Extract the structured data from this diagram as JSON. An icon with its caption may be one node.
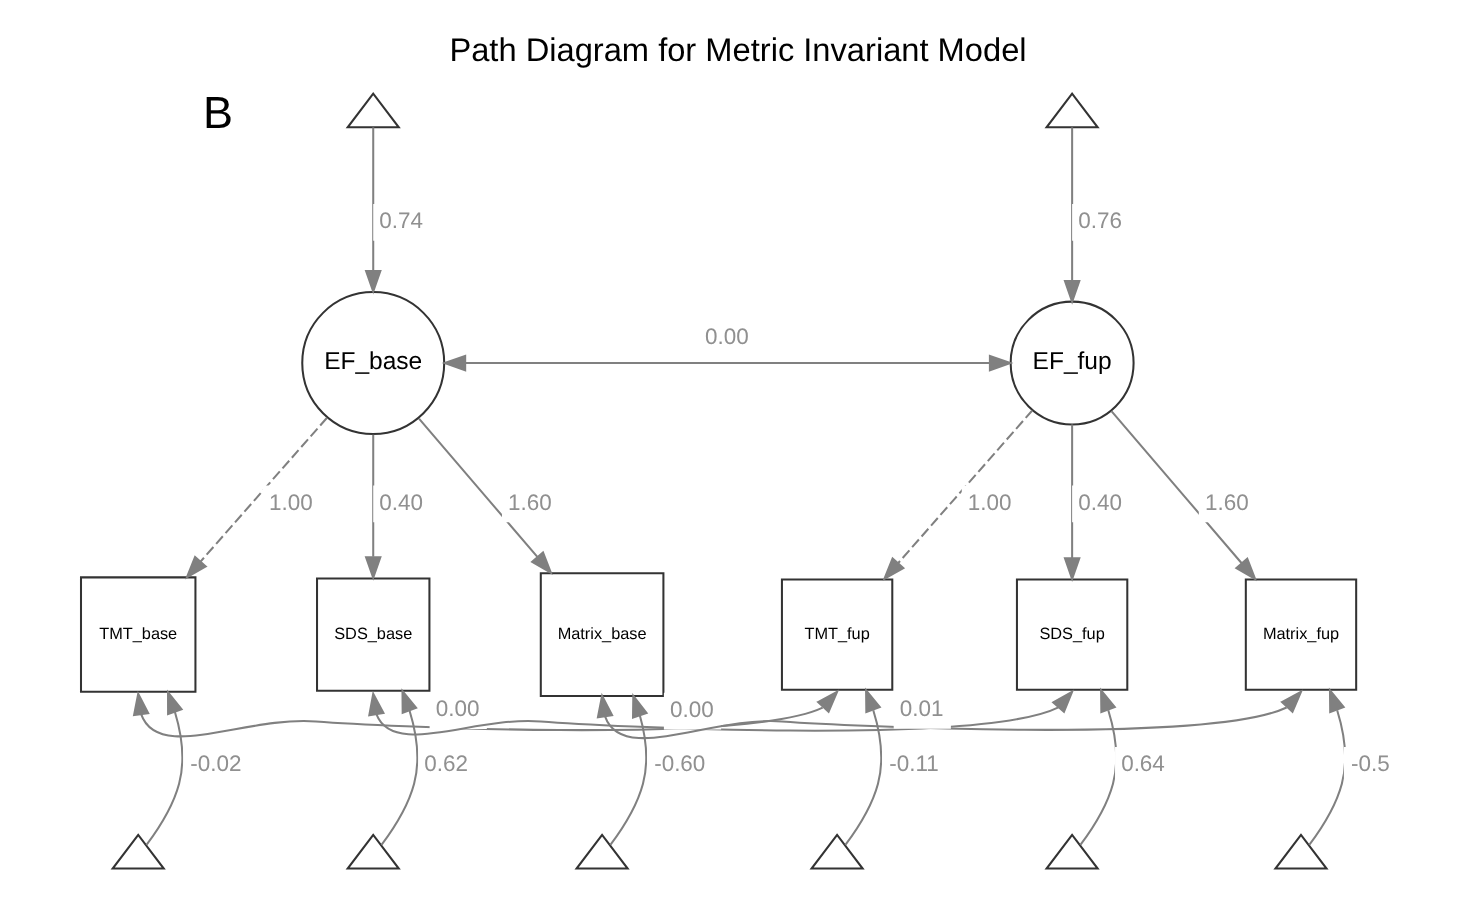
{
  "diagram": {
    "title": "Path Diagram for Metric Invariant Model",
    "nodes": [
      {
        "text": [],
        "shape": "triangle"
      },
      {
        "text": [],
        "shape": "triangle"
      },
      {
        "text": [
          "EF_base"
        ]
      },
      {
        "text": [
          "EF_fup"
        ]
      },
      {
        "text": [
          "TMT_base"
        ]
      },
      {
        "text": [
          "SDS_base"
        ]
      },
      {
        "text": [
          "Matrix_base"
        ]
      },
      {
        "text": [
          "TMT_fup"
        ]
      },
      {
        "text": [
          "SDS_fup"
        ]
      },
      {
        "text": [
          "Matrix_fup"
        ]
      },
      {
        "text": [],
        "shape": "triangle"
      },
      {
        "text": [],
        "shape": "triangle"
      },
      {
        "text": [],
        "shape": "triangle"
      },
      {
        "text": [],
        "shape": "triangle"
      },
      {
        "text": [],
        "shape": "triangle"
      },
      {
        "text": [],
        "shape": "triangle"
      }
    ],
    "edges": [
      {
        "from": 0,
        "to": 2,
        "arrow": "to",
        "label": "0.74"
      },
      {
        "from": 1,
        "to": 3,
        "arrow": "to",
        "label": "0.76"
      },
      {
        "from": 2,
        "to": 3,
        "arrow": "both",
        "label": "0.00"
      },
      {
        "from": 2,
        "to": 4,
        "arrow": "to",
        "label": "1.00",
        "style": "dashed"
      },
      {
        "from": 2,
        "to": 5,
        "arrow": "to",
        "label": "0.40"
      },
      {
        "from": 2,
        "to": 6,
        "arrow": "to",
        "label": "1.60"
      },
      {
        "from": 3,
        "to": 7,
        "arrow": "to",
        "label": "1.00",
        "style": "dashed"
      },
      {
        "from": 3,
        "to": 8,
        "arrow": "to",
        "label": "0.40"
      },
      {
        "from": 3,
        "to": 9,
        "arrow": "to",
        "label": "1.60"
      },
      {
        "from": 4,
        "to": 7,
        "arrow": "both",
        "label": "0.00"
      },
      {
        "from": 5,
        "to": 8,
        "arrow": "both",
        "label": "0.00"
      },
      {
        "from": 6,
        "to": 9,
        "arrow": "both",
        "label": "0.01"
      },
      {
        "from": 10,
        "to": 4,
        "arrow": "to",
        "label": "-0.02"
      },
      {
        "from": 11,
        "to": 5,
        "arrow": "to",
        "label": "0.62"
      },
      {
        "from": 12,
        "to": 6,
        "arrow": "to",
        "label": "-0.60"
      },
      {
        "from": 13,
        "to": 7,
        "arrow": "to",
        "label": "-0.11"
      },
      {
        "from": 14,
        "to": 8,
        "arrow": "to",
        "label": "0.64"
      },
      {
        "from": 15,
        "to": 9,
        "arrow": "to",
        "label": "-0.5"
      }
    ],
    "labels": [
      "B"
    ]
  }
}
